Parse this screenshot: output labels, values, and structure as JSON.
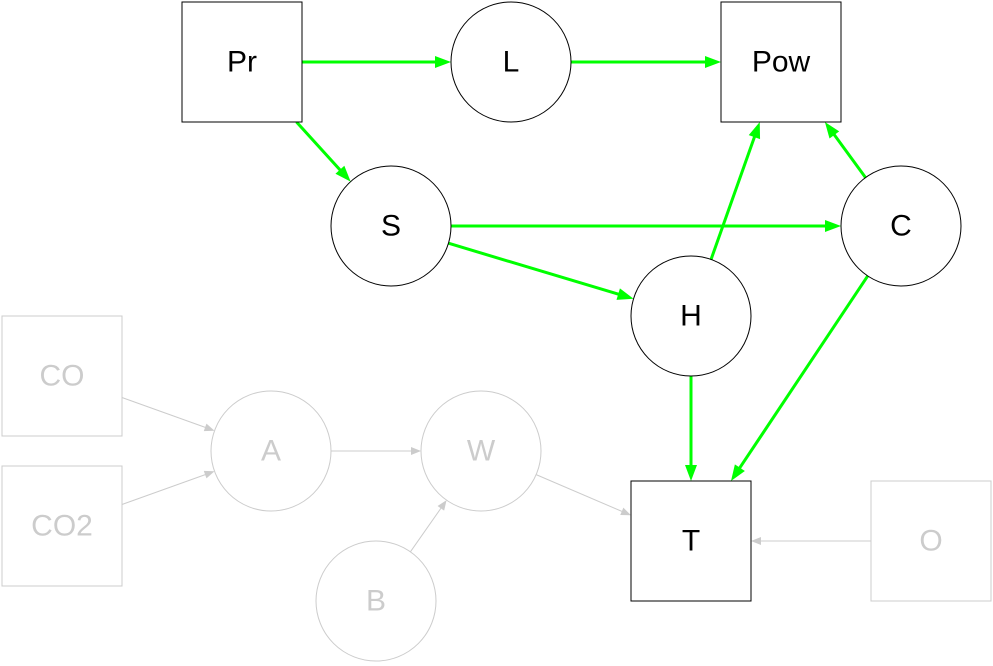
{
  "colors": {
    "active_edge": "#00ff00",
    "active_node": "#000000",
    "inactive": "#cccccc",
    "background": "#ffffff"
  },
  "nodes": {
    "Pr": {
      "label": "Pr",
      "shape": "square",
      "active": true
    },
    "L": {
      "label": "L",
      "shape": "circle",
      "active": true
    },
    "Pow": {
      "label": "Pow",
      "shape": "square",
      "active": true
    },
    "S": {
      "label": "S",
      "shape": "circle",
      "active": true
    },
    "C": {
      "label": "C",
      "shape": "circle",
      "active": true
    },
    "H": {
      "label": "H",
      "shape": "circle",
      "active": true
    },
    "T": {
      "label": "T",
      "shape": "square",
      "active": true
    },
    "CO": {
      "label": "CO",
      "shape": "square",
      "active": false
    },
    "CO2": {
      "label": "CO2",
      "shape": "square",
      "active": false
    },
    "A": {
      "label": "A",
      "shape": "circle",
      "active": false
    },
    "W": {
      "label": "W",
      "shape": "circle",
      "active": false
    },
    "B": {
      "label": "B",
      "shape": "circle",
      "active": false
    },
    "O": {
      "label": "O",
      "shape": "square",
      "active": false
    }
  },
  "edges": [
    {
      "from": "Pr",
      "to": "L",
      "active": true
    },
    {
      "from": "L",
      "to": "Pow",
      "active": true
    },
    {
      "from": "Pr",
      "to": "S",
      "active": true
    },
    {
      "from": "S",
      "to": "C",
      "active": true
    },
    {
      "from": "S",
      "to": "H",
      "active": true
    },
    {
      "from": "H",
      "to": "Pow",
      "active": true
    },
    {
      "from": "C",
      "to": "Pow",
      "active": true
    },
    {
      "from": "H",
      "to": "T",
      "active": true
    },
    {
      "from": "C",
      "to": "T",
      "active": true
    },
    {
      "from": "CO",
      "to": "A",
      "active": false
    },
    {
      "from": "CO2",
      "to": "A",
      "active": false
    },
    {
      "from": "A",
      "to": "W",
      "active": false
    },
    {
      "from": "B",
      "to": "W",
      "active": false
    },
    {
      "from": "W",
      "to": "T",
      "active": false
    },
    {
      "from": "O",
      "to": "T",
      "active": false
    }
  ]
}
